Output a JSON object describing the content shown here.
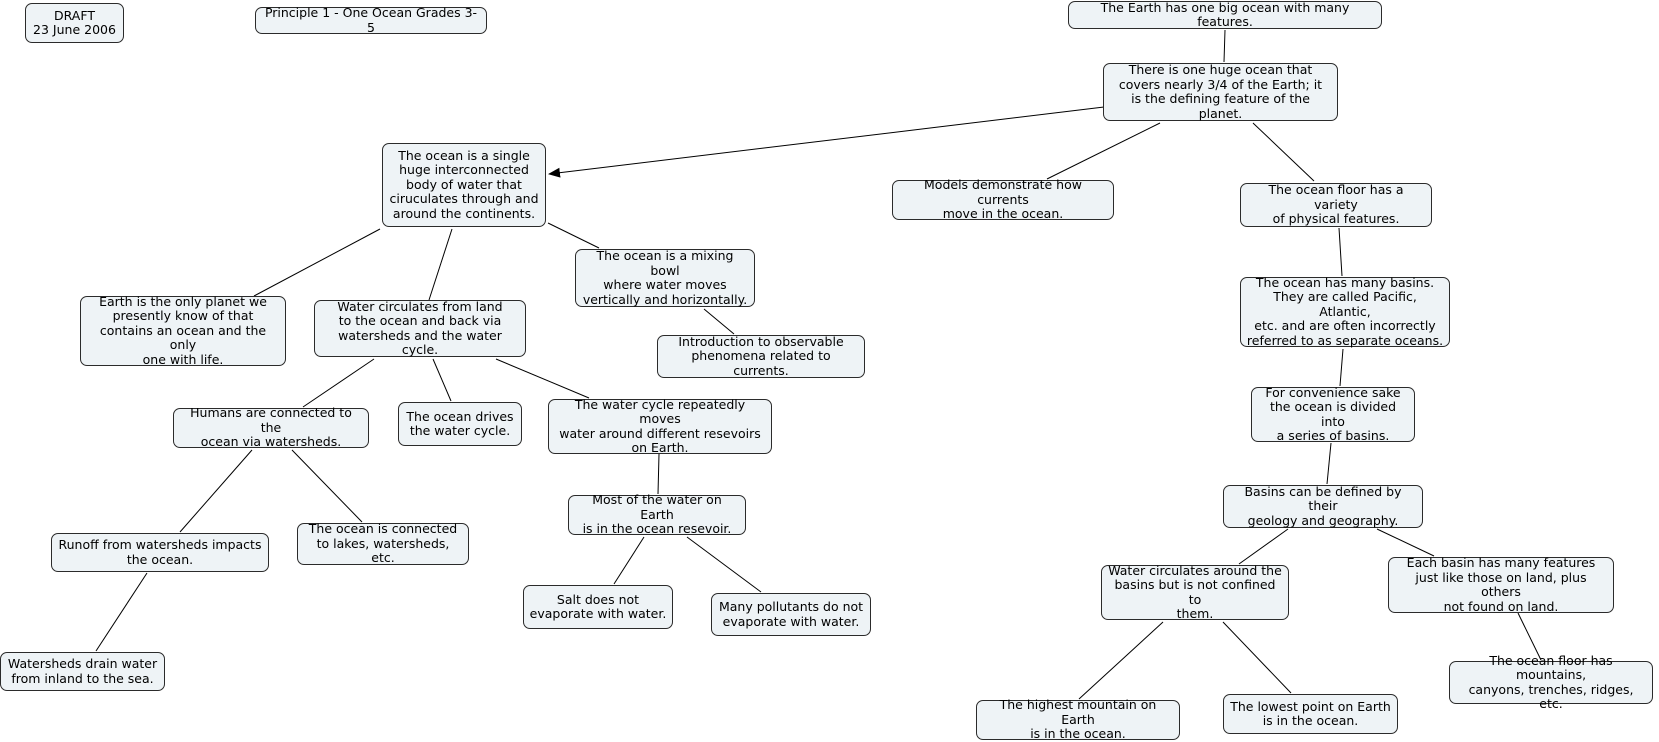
{
  "diagram": {
    "type": "concept-map",
    "nodes": [
      {
        "id": "draft",
        "label": "DRAFT\n23 June 2006"
      },
      {
        "id": "title",
        "label": "Principle 1 - One Ocean Grades 3-5"
      },
      {
        "id": "root",
        "label": "The Earth has one big ocean with many features."
      },
      {
        "id": "one-huge-ocean",
        "label": "There is one huge ocean that\ncovers nearly 3/4 of the Earth; it\nis the defining feature of the planet."
      },
      {
        "id": "single-body",
        "label": "The ocean is a single\nhuge interconnected\nbody of water that\nciruculates through and\naround the continents."
      },
      {
        "id": "models",
        "label": "Models demonstrate how currents\nmove in the ocean."
      },
      {
        "id": "floor-variety",
        "label": "The ocean floor has a variety\nof physical features."
      },
      {
        "id": "only-planet",
        "label": "Earth is the only planet we\npresently know of that\ncontains an ocean and the only\none with life."
      },
      {
        "id": "water-circulates-land",
        "label": "Water circulates from land\nto the ocean and back via\nwatersheds and the water cycle."
      },
      {
        "id": "mixing-bowl",
        "label": "The ocean is a mixing bowl\nwhere water moves\nvertically and horizontally."
      },
      {
        "id": "intro-currents",
        "label": "Introduction to observable\nphenomena related to currents."
      },
      {
        "id": "many-basins",
        "label": "The ocean has many basins.\nThey are called Pacific, Atlantic,\netc. and are often incorrectly\nreferred to as separate oceans."
      },
      {
        "id": "humans-connected",
        "label": "Humans are connected to the\nocean via watersheds."
      },
      {
        "id": "drives-cycle",
        "label": "The ocean drives\nthe water cycle."
      },
      {
        "id": "water-cycle-moves",
        "label": "The water cycle repeatedly moves\nwater around different resevoirs\non Earth."
      },
      {
        "id": "convenience",
        "label": "For convenience sake\nthe ocean is divided into\na series of basins."
      },
      {
        "id": "basins-defined",
        "label": "Basins can be defined by their\ngeology and geography."
      },
      {
        "id": "most-water",
        "label": "Most of the water on Earth\nis in the ocean resevoir."
      },
      {
        "id": "runoff",
        "label": "Runoff from watersheds impacts\nthe ocean."
      },
      {
        "id": "lakes",
        "label": "The ocean is connected\nto lakes, watersheds, etc."
      },
      {
        "id": "water-around-basins",
        "label": "Water circulates around the\nbasins but is not confined to\nthem."
      },
      {
        "id": "each-basin",
        "label": "Each basin has many features\njust like those on land, plus others\nnot found on land."
      },
      {
        "id": "salt",
        "label": "Salt does not\nevaporate with water."
      },
      {
        "id": "pollutants",
        "label": "Many pollutants do not\nevaporate with water."
      },
      {
        "id": "drain",
        "label": "Watersheds drain water\nfrom inland to the sea."
      },
      {
        "id": "floor-features",
        "label": "The ocean floor has mountains,\ncanyons, trenches, ridges, etc."
      },
      {
        "id": "highest-mountain",
        "label": "The highest mountain on Earth\nis in the ocean."
      },
      {
        "id": "lowest-point",
        "label": "The lowest point on Earth\nis in the ocean."
      }
    ]
  }
}
